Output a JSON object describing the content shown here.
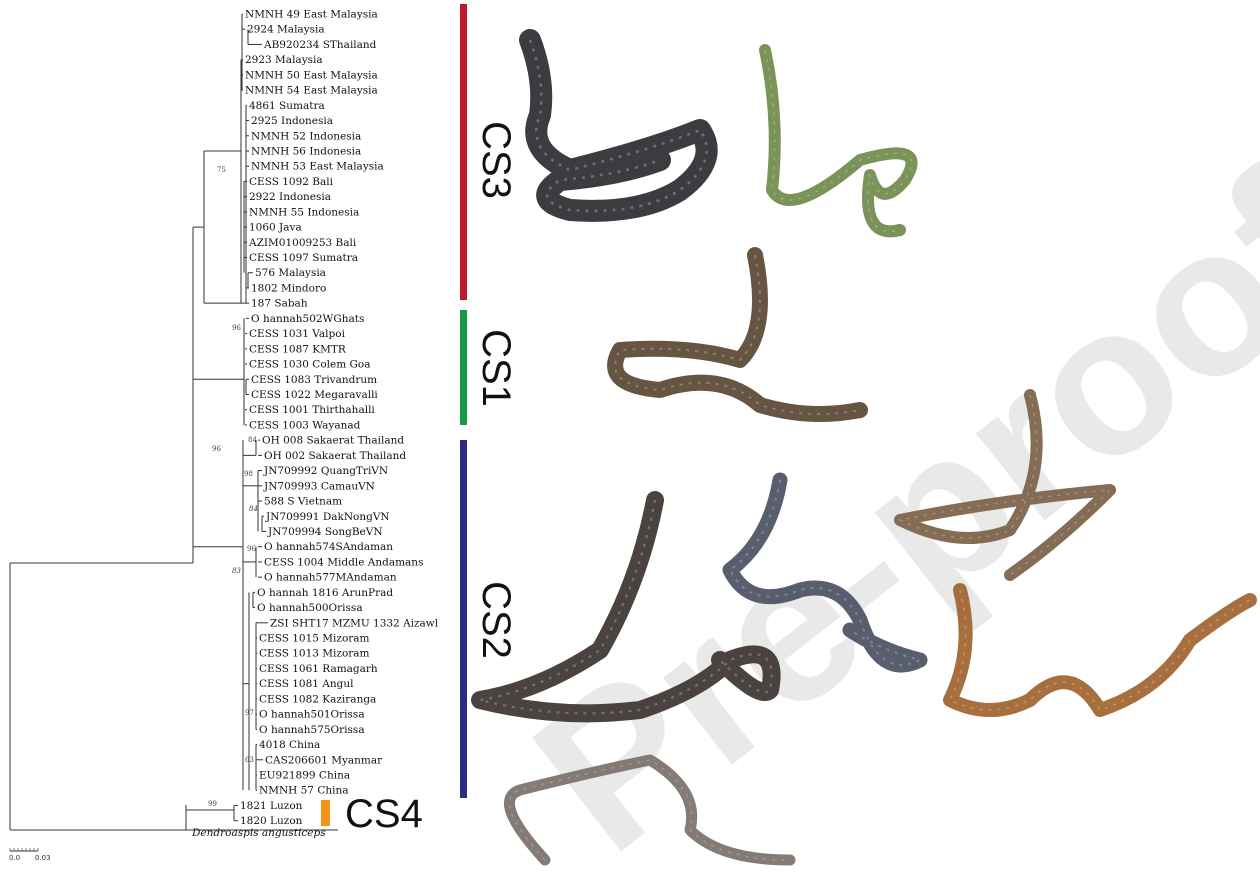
{
  "tree": {
    "outgroup": "Dendroaspis angusticeps",
    "scale": {
      "label_start": "0.0",
      "label_end": "0.03"
    }
  },
  "clades": [
    {
      "label": "CS3",
      "color": "#c0182b"
    },
    {
      "label": "CS1",
      "color": "#169847"
    },
    {
      "label": "CS2",
      "color": "#2c2b82"
    },
    {
      "label": "CS4",
      "color": "#f2941a"
    }
  ],
  "taxa": [
    "NMNH 49 East Malaysia",
    "2924 Malaysia",
    "AB920234 SThailand",
    "2923 Malaysia",
    "NMNH 50 East Malaysia",
    "NMNH 54 East Malaysia",
    "4861 Sumatra",
    "2925 Indonesia",
    "NMNH 52 Indonesia",
    "NMNH 56 Indonesia",
    "NMNH 53 East Malaysia",
    "CESS 1092 Bali",
    "2922 Indonesia",
    "NMNH 55 Indonesia",
    "1060 Java",
    "AZIM01009253 Bali",
    "CESS 1097 Sumatra",
    "576 Malaysia",
    "1802 Mindoro",
    "187 Sabah",
    "O hannah502WGhats",
    "CESS 1031 Valpoi",
    "CESS 1087 KMTR",
    "CESS 1030 Colem Goa",
    "CESS 1083 Trivandrum",
    "CESS 1022 Megaravalli",
    "CESS 1001 Thirthahalli",
    "CESS 1003 Wayanad",
    "OH 008 Sakaerat Thailand",
    "OH 002 Sakaerat Thailand",
    "JN709992 QuangTriVN",
    "JN709993 CamauVN",
    "588 S Vietnam",
    "JN709991 DakNongVN",
    "JN709994 SongBeVN",
    "O hannah574SAndaman",
    "CESS 1004 Middle Andamans",
    "O hannah577MAndaman",
    "O hannah 1816 ArunPrad",
    "O hannah500Orissa",
    "ZSI SHT17 MZMU 1332 Aizawl",
    "CESS 1015 Mizoram",
    "CESS 1013 Mizoram",
    "CESS 1061 Ramagarh",
    "CESS 1081 Angul",
    "CESS 1082 Kaziranga",
    "O hannah501Orissa",
    "O hannah575Orissa",
    "4018 China",
    "CAS206601 Myanmar",
    "EU921899 China",
    "NMNH 57 China",
    "1821 Luzon",
    "1820 Luzon"
  ],
  "bootstrap": [
    "75",
    "96",
    "96",
    "84",
    "98",
    "84",
    "96",
    "83",
    "97",
    "63",
    "99"
  ],
  "watermark": "Pre-proofs",
  "photos": [
    {
      "name": "black-cobra",
      "color": "#2b2a30"
    },
    {
      "name": "olive-cobra",
      "color": "#6f8a4a"
    },
    {
      "name": "brown-cobra",
      "color": "#5a4634"
    },
    {
      "name": "banded-cobra",
      "color": "#3b3330"
    },
    {
      "name": "gray-cobra",
      "color": "#4a5062"
    },
    {
      "name": "tan-cobra",
      "color": "#7a6046"
    },
    {
      "name": "orange-cobra",
      "color": "#a0632e"
    },
    {
      "name": "luzon-cobra",
      "color": "#7a706a"
    }
  ]
}
